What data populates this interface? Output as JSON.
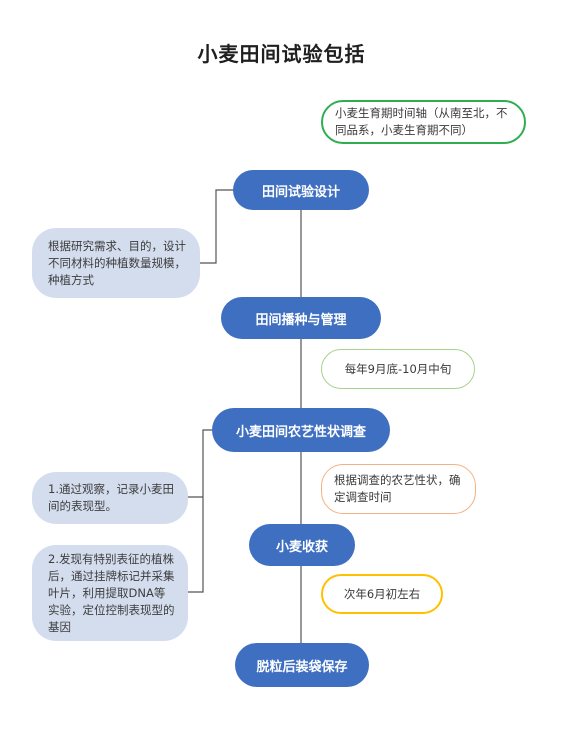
{
  "title": "小麦田间试验包括",
  "steps": [
    "田间试验设计",
    "田间播种与管理",
    "小麦田间农艺性状调查",
    "小麦收获",
    "脱粒后装袋保存"
  ],
  "notes": [
    "根据研究需求、目的，设计不同材料的种植数量规模，种植方式",
    "1.通过观察，记录小麦田间的表现型。",
    "2.发现有特别表征的植株后，通过挂牌标记并采集叶片，利用提取DNA等实验，定位控制表现型的基因"
  ],
  "tags": {
    "timeline": "小麦生育期时间轴（从南至北，不同品系，小麦生育期不同）",
    "sowing": "每年9月底-10月中旬",
    "survey": "根据调查的农艺性状，确定调查时间",
    "harvest": "次年6月初左右"
  },
  "colors": {
    "step_fill": "#3f6fc0",
    "note_fill": "#d3ddee",
    "connector": "#555555",
    "timeline_border": "#2fae4e",
    "sowing_border": "#a9d18e",
    "survey_border": "#f4b183",
    "harvest_border": "#ffc000"
  }
}
